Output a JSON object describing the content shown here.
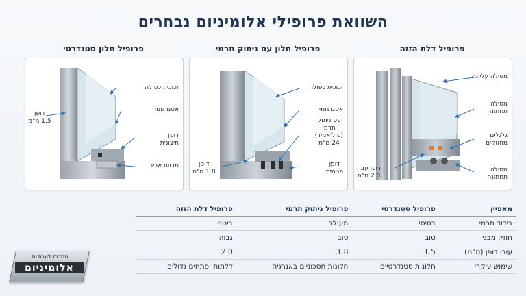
{
  "title": "השוואת פרופילי אלומיניום נבחרים",
  "panels": {
    "sliding_door": {
      "heading": "פרופיל דלת הזזה",
      "labels": {
        "top_rail": "מסילה עליונה",
        "bottom_rail_1": "מסילה\nתחתונה",
        "rollers": "גלגלים\nמחוזקים",
        "bottom_rail_2": "מסילה\nתחתונה",
        "wall": "דופן עבה\n2.0 מ\"מ"
      }
    },
    "thermal_window": {
      "heading": "פרופיל חלון עם ניתוק תרמי",
      "labels": {
        "double_glazing": "זכוכית כפולה",
        "rubber_seal": "אטם גומי",
        "thermal_strip": "פס ניתוק\nתרמי\n(פוליאמיד)\n24 מ\"מ",
        "inner_wall": "דופן\nפנימית",
        "wall": "דופן\n1.8 מ\"מ"
      }
    },
    "standard_window": {
      "heading": "פרופיל חלון סטנדרטי",
      "labels": {
        "double_glazing": "זכוכית כפולה",
        "rubber_seal": "אטם גומי",
        "outer_wall": "דופן\nחיצונית",
        "air_gap": "מרווח אוויר",
        "wall": "דופן\n1.5 מ\"מ"
      }
    }
  },
  "table": {
    "headers": [
      "מאפיין",
      "פרופיל סטנדרטי",
      "פרופיל ניתוק תרמי",
      "פרופיל דלת הזזה"
    ],
    "rows": [
      [
        "בידוד תרמי",
        "בסיסי",
        "מעולה",
        "בינוני"
      ],
      [
        "חוזק מבני",
        "טוב",
        "טוב",
        "גבוה"
      ],
      [
        "עובי דופן (מ\"מ)",
        "1.5",
        "1.8",
        "2.0"
      ],
      [
        "שימוש עיקרי",
        "חלונות סטנדרטיים",
        "חלונות חסכוניים באנרגיה",
        "דלתות ופתחים גדולים"
      ]
    ]
  },
  "logo": {
    "top_text": "המרכז לעבודות",
    "main_text": "אלומיניום"
  },
  "colors": {
    "title": "#1f3555",
    "frame": "#a7afb6",
    "glass": "#cfe0ea",
    "arrow": "#2f6fb3"
  }
}
